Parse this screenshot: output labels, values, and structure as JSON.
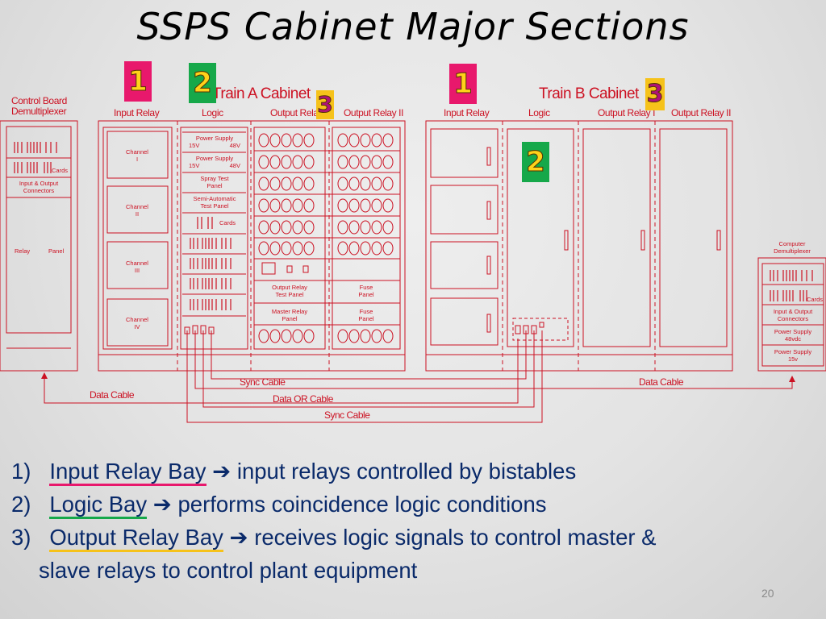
{
  "title": "SSPS Cabinet Major Sections",
  "cabinets": {
    "train_a": "Train A Cabinet",
    "train_b": "Train B Cabinet"
  },
  "left_panel": {
    "title_line1": "Control Board",
    "title_line2": "Demultiplexer",
    "cards": "Cards",
    "connectors_line1": "Input & Output",
    "connectors_line2": "Connectors",
    "relay": "Relay",
    "panel": "Panel"
  },
  "train_a_bays": {
    "input_relay": "Input Relay",
    "logic": "Logic",
    "output_relay_1": "Output Relay I",
    "output_relay_2": "Output Relay II"
  },
  "train_b_bays": {
    "input_relay": "Input Relay",
    "logic": "Logic",
    "output_relay_1": "Output Relay I",
    "output_relay_2": "Output Relay II"
  },
  "channels": [
    "Channel",
    "Channel",
    "Channel",
    "Channel"
  ],
  "channel_numerals": [
    "I",
    "II",
    "III",
    "IV"
  ],
  "logic_panels": {
    "power_supply": "Power Supply",
    "v15": "15V",
    "v48": "48V",
    "spray_test_line1": "Spray Test",
    "spray_test_line2": "Panel",
    "semi_auto_line1": "Semi-Automatic",
    "semi_auto_line2": "Test Panel",
    "cards": "Cards"
  },
  "output_panels": {
    "output_relay_test_line1": "Output Relay",
    "output_relay_test_line2": "Test Panel",
    "fuse": "Fuse",
    "panel": "Panel",
    "master_relay_line1": "Master Relay",
    "master_relay_line2": "Panel"
  },
  "right_panel": {
    "title_line1": "Computer",
    "title_line2": "Demultiplexer",
    "cards": "Cards",
    "connectors_line1": "Input & Output",
    "connectors_line2": "Connectors",
    "ps1_line1": "Power Supply",
    "ps1_line2": "48vdc",
    "ps2_line1": "Power Supply",
    "ps2_line2": "15v"
  },
  "cables": {
    "sync_1": "Sync Cable",
    "data_left": "Data Cable",
    "data_or": "Data OR Cable",
    "sync_2": "Sync Cable",
    "data_right": "Data Cable"
  },
  "badges": [
    "1",
    "2",
    "3",
    "1",
    "3",
    "2"
  ],
  "list": {
    "n1": "1)",
    "t1_link": "Input Relay Bay",
    "t1_rest": " input relays controlled by bistables",
    "n2": "2)",
    "t2_link": "Logic Bay",
    "t2_rest": " performs coincidence logic conditions",
    "n3": "3)",
    "t3_link": "Output Relay Bay",
    "t3_rest": " receives logic signals to control master &",
    "t3_cont": "slave relays to control plant equipment",
    "arrow": "➔"
  },
  "page_number": "20",
  "colors": {
    "line": "#cc1122",
    "badge_red": "#e8186c",
    "badge_green": "#16a84a",
    "badge_yellow": "#f6c21a",
    "list_text": "#0a2a6a"
  }
}
